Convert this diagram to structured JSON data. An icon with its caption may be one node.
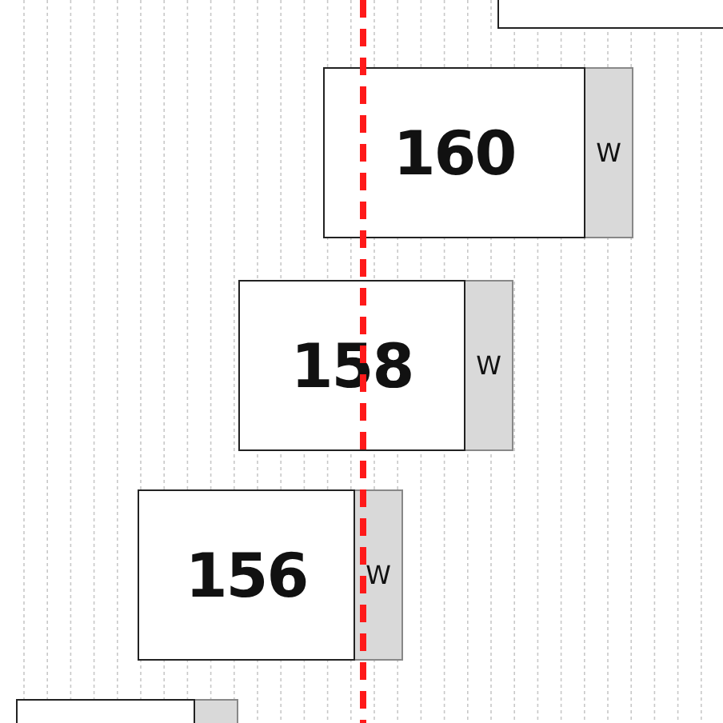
{
  "diagram": {
    "nodes": [
      {
        "text": [],
        "shape": "box"
      },
      {
        "text": [
          "160"
        ]
      },
      {
        "text": [
          "W"
        ]
      },
      {
        "text": [
          "158"
        ]
      },
      {
        "text": [
          "W"
        ]
      },
      {
        "text": [
          "156"
        ]
      },
      {
        "text": [
          "W"
        ]
      },
      {
        "text": [],
        "shape": "box"
      },
      {
        "text": [],
        "shape": "bar"
      }
    ]
  }
}
